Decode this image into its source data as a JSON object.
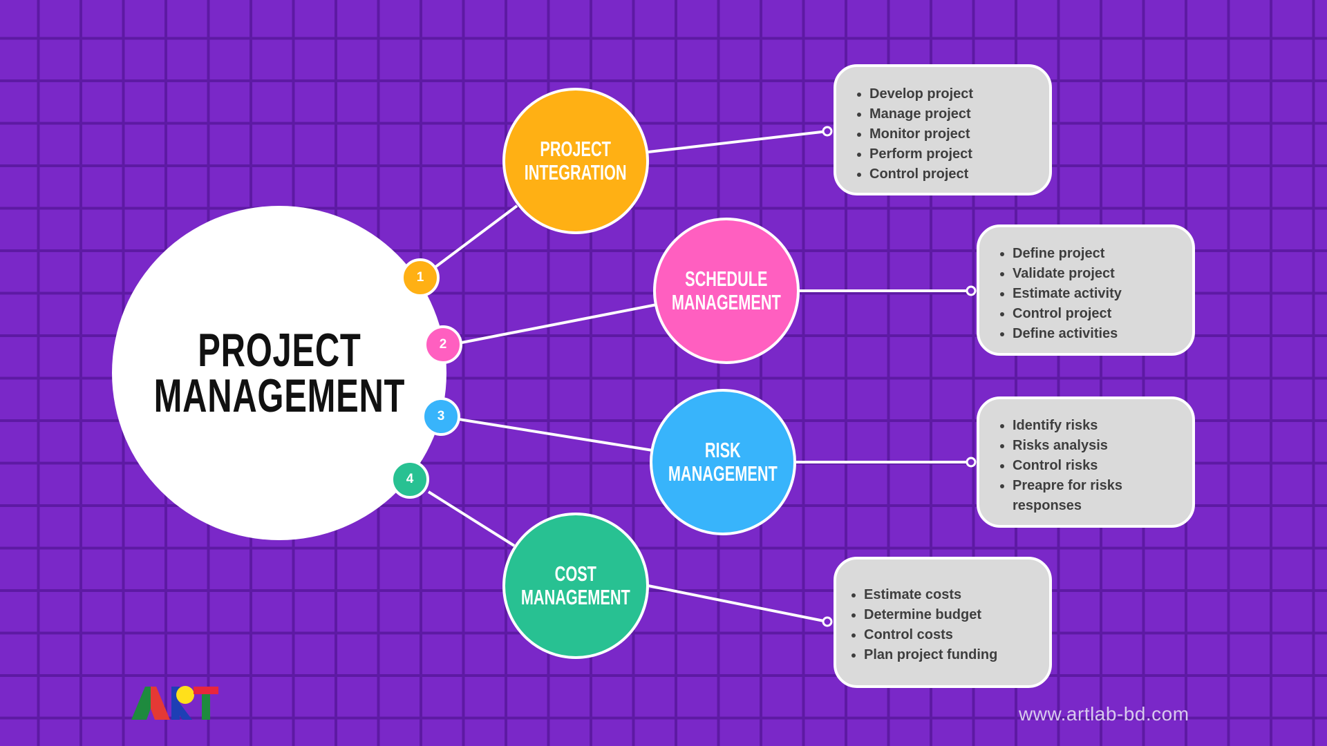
{
  "center": {
    "line1": "PROJECT",
    "line2": "MANAGEMENT"
  },
  "numbers": [
    "1",
    "2",
    "3",
    "4"
  ],
  "topics": [
    {
      "line1": "PROJECT",
      "line2": "INTEGRATION",
      "color": "#ffb014"
    },
    {
      "line1": "SCHEDULE",
      "line2": "MANAGEMENT",
      "color": "#ff5fc0"
    },
    {
      "line1": "RISK",
      "line2": "MANAGEMENT",
      "color": "#38b4fb"
    },
    {
      "line1": "COST",
      "line2": "MANAGEMENT",
      "color": "#28c192"
    }
  ],
  "boxes": [
    {
      "items": [
        "Develop project",
        "Manage project",
        "Monitor project",
        "Perform project",
        "Control project"
      ]
    },
    {
      "items": [
        "Define project",
        "Validate project",
        "Estimate activity",
        "Control project",
        "Define activities"
      ]
    },
    {
      "items": [
        "Identify risks",
        "Risks analysis",
        "Control risks",
        "Preapre for risks responses"
      ]
    },
    {
      "items": [
        "Estimate costs",
        "Determine budget",
        "Control costs",
        "Plan project funding"
      ]
    }
  ],
  "logo": {
    "text": "ART",
    "colors": [
      "#1e8a3e",
      "#e53935",
      "#1e3fb5",
      "#ffe01b",
      "#e8263c",
      "#1e8a3e"
    ]
  },
  "website": "www.artlab-bd.com"
}
